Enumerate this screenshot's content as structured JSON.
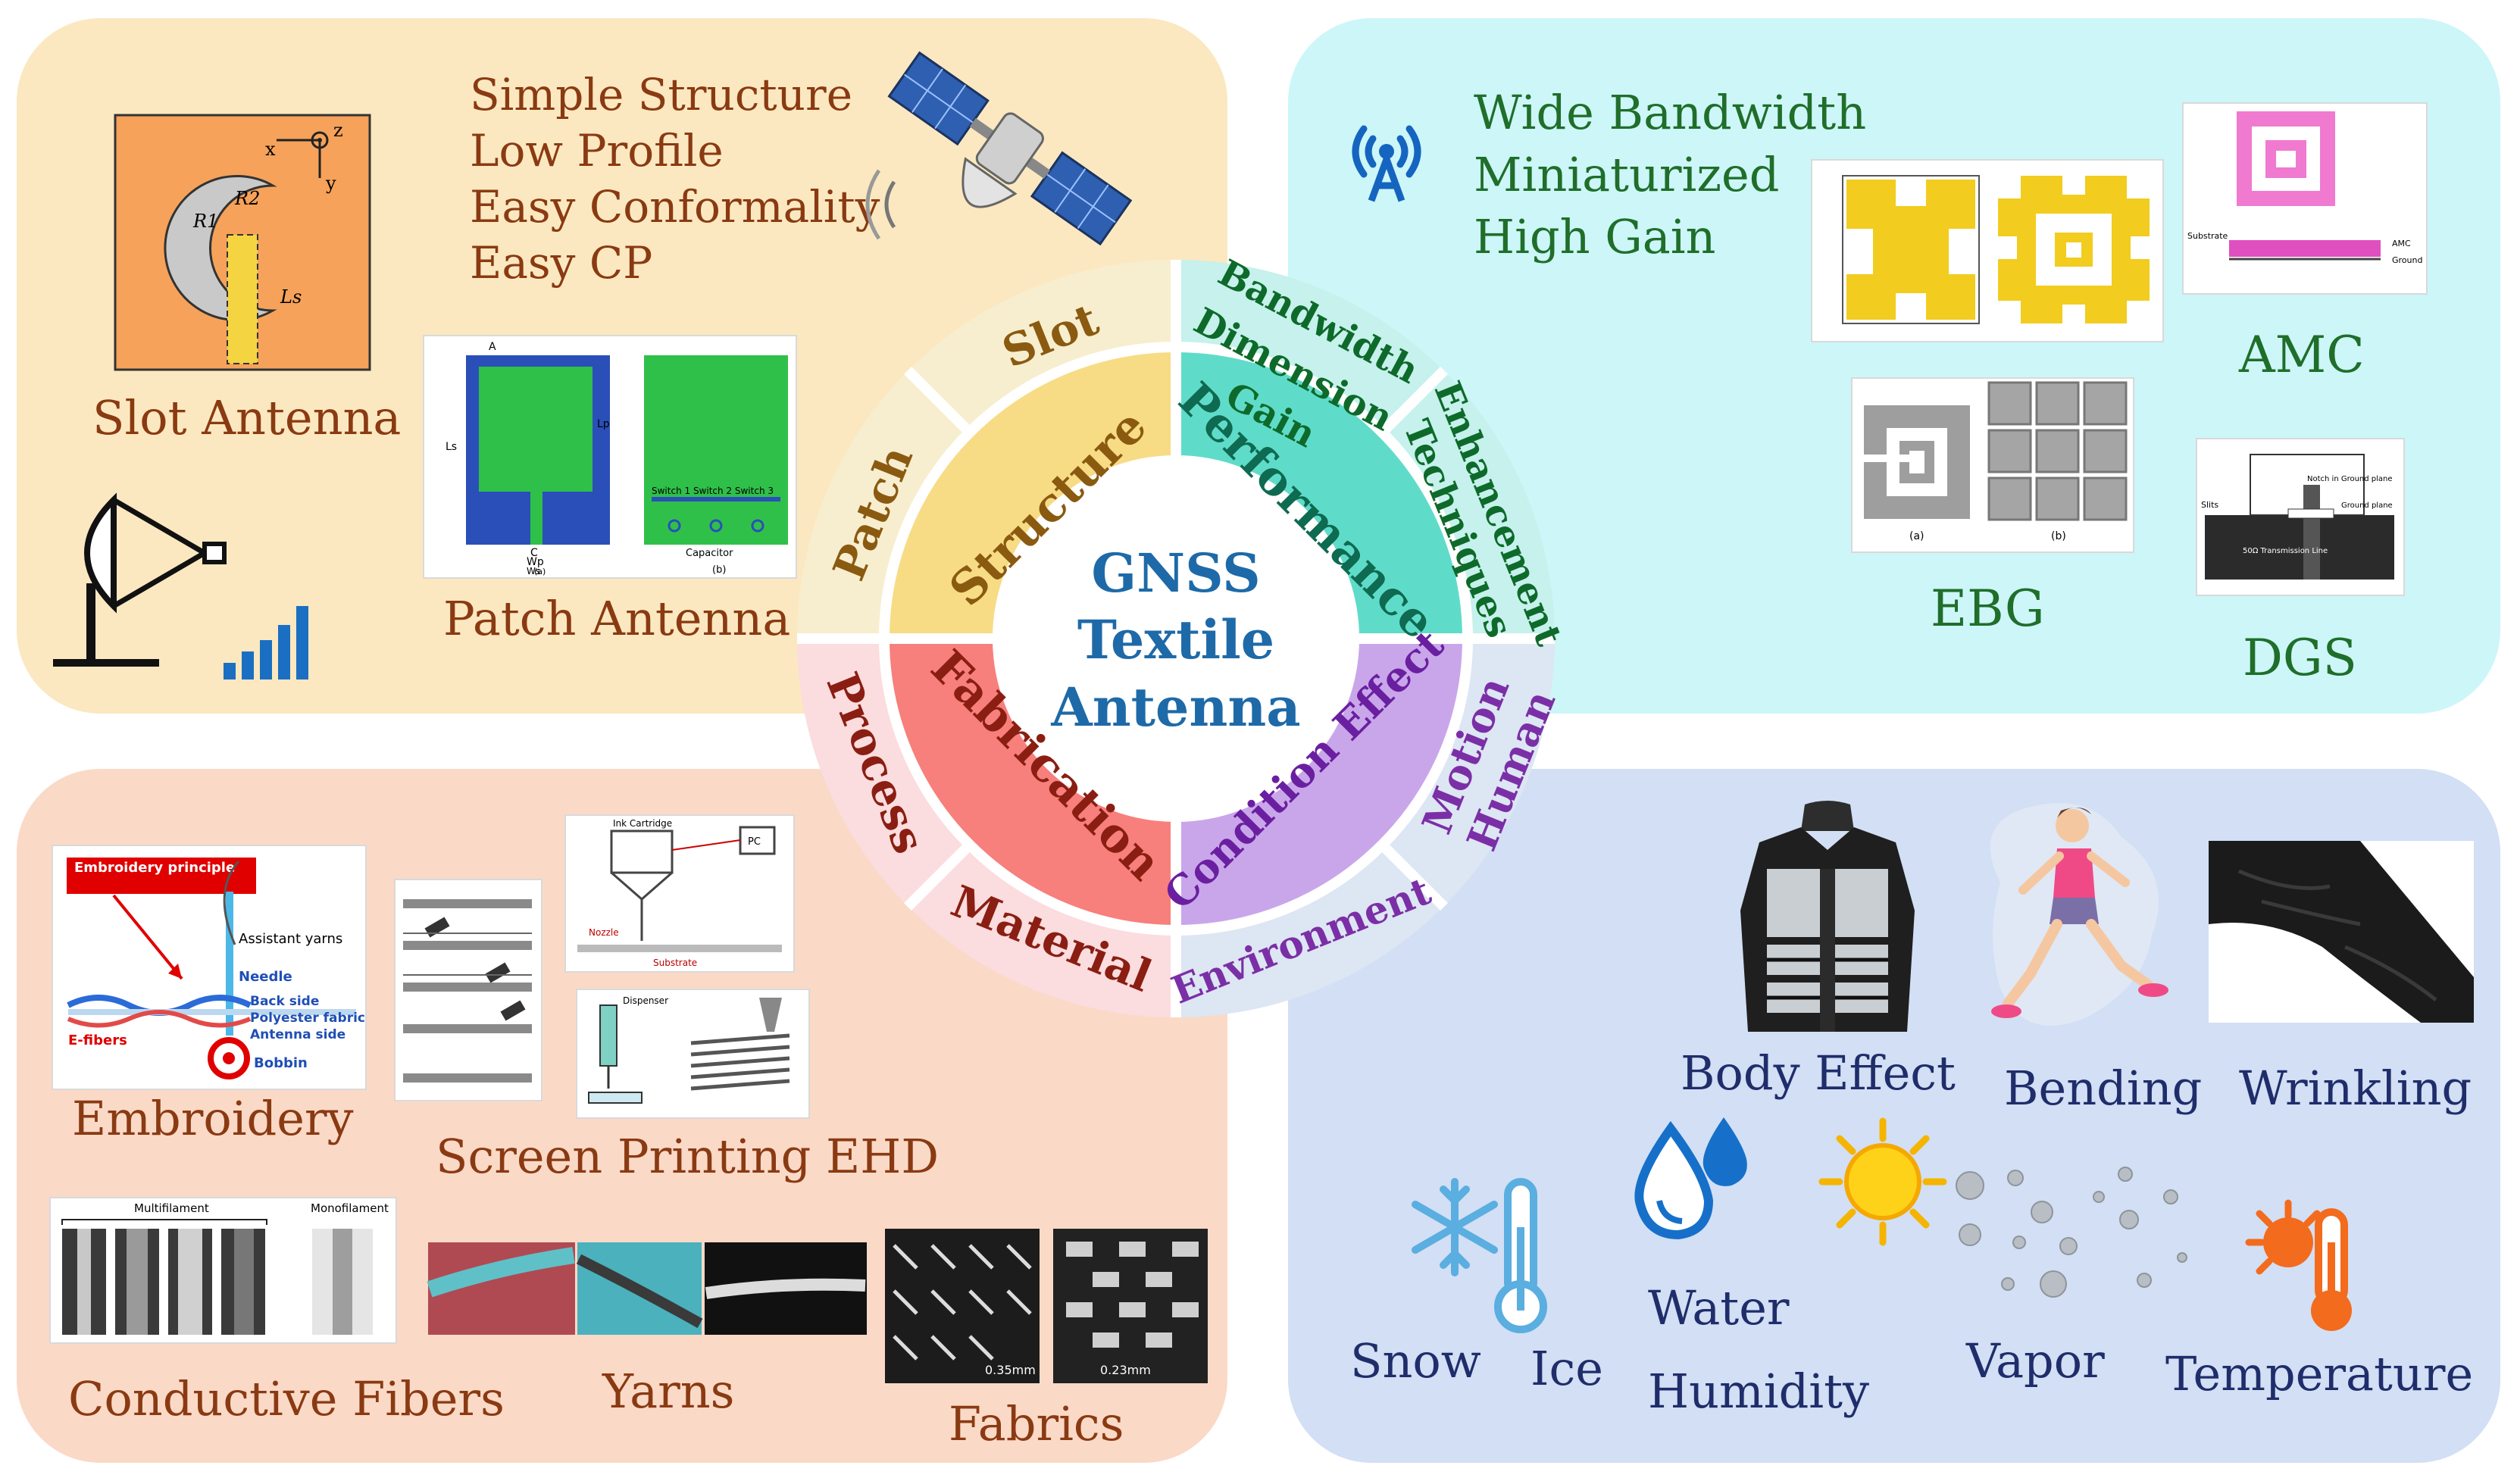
{
  "center": {
    "line1": "GNSS",
    "line2": "Textile",
    "line3": "Antenna"
  },
  "inner_ring": {
    "structure": "Structure",
    "performance": "Performance",
    "condition_effect": "Condition Effect",
    "fabrication": "Fabrication"
  },
  "outer_ring": {
    "slot": "Slot",
    "patch": "Patch",
    "bandwidth": "Bandwidth",
    "dimension": "Dimension",
    "gain": "Gain",
    "enhancement": "Enhancement",
    "techniques": "Techniques",
    "human": "Human",
    "motion": "Motion",
    "environment": "Environment",
    "material": "Material",
    "process": "Process"
  },
  "structure_panel": {
    "features": [
      "Simple Structure",
      "Low Profile",
      "Easy Conformality",
      "Easy CP"
    ],
    "slot_antenna": "Slot Antenna",
    "patch_antenna": "Patch Antenna",
    "slot_fig": {
      "x": "x",
      "y": "y",
      "z": "z",
      "r1": "R1",
      "r2": "R2",
      "ls": "Ls"
    },
    "patch_fig": {
      "a": "A",
      "lp": "Lp",
      "ls": "Ls",
      "wp": "Wp",
      "ws": "Ws",
      "c": "C",
      "cap_a": "(a)",
      "cap_b": "(b)",
      "switches": "Switch 1   Switch 2   Switch 3",
      "capacitor": "Capacitor"
    }
  },
  "performance_panel": {
    "features": [
      "Wide Bandwidth",
      "Miniaturized",
      "High Gain"
    ],
    "amc": "AMC",
    "ebg": "EBG",
    "dgs": "DGS",
    "amc_fig": {
      "substrate": "Substrate",
      "amc": "AMC",
      "ground": "Ground"
    },
    "ebg_fig": {
      "a": "(a)",
      "b": "(b)"
    },
    "dgs_fig": {
      "slits": "Slits",
      "notch": "Notch in Ground plane",
      "ground_plane": "Ground plane",
      "line": "50Ω Transmission Line"
    }
  },
  "fabrication_panel": {
    "embroidery": "Embroidery",
    "screen_printing_ehd": "Screen Printing EHD",
    "conductive_fibers": "Conductive Fibers",
    "yarns": "Yarns",
    "fabrics": "Fabrics",
    "embroidery_fig": {
      "principle": "Embroidery principle",
      "assistant": "Assistant yarns",
      "needle": "Needle",
      "back_side": "Back side",
      "polyester": "Polyester fabric",
      "antenna_side": "Antenna side",
      "efibers": "E-fibers",
      "bobbin": "Bobbin"
    },
    "fiber_fig": {
      "multi": "Multifilament",
      "mono": "Monofilament"
    },
    "ehd_fig": {
      "ink": "Ink Cartridge",
      "pc": "PC",
      "substrate": "Substrate",
      "nozzle": "Nozzle",
      "dispenser": "Dispenser"
    },
    "fabric_fig": {
      "s1": "0.35mm",
      "s2": "0.23mm"
    }
  },
  "condition_panel": {
    "body_effect": "Body Effect",
    "bending": "Bending",
    "wrinkling": "Wrinkling",
    "snow": "Snow",
    "ice": "Ice",
    "water": "Water",
    "humidity": "Humidity",
    "vapor": "Vapor",
    "temperature": "Temperature"
  },
  "colors": {
    "structure": "#f7dc85",
    "performance": "#5fdcc9",
    "condition": "#c9a6ea",
    "fabrication": "#f77f7c",
    "center_text": "#1e6aa8",
    "brown_text": "#8a3a12",
    "green_text": "#1f6e2a",
    "purple_text": "#7b2fa6",
    "navy_text": "#1f2d6b"
  }
}
